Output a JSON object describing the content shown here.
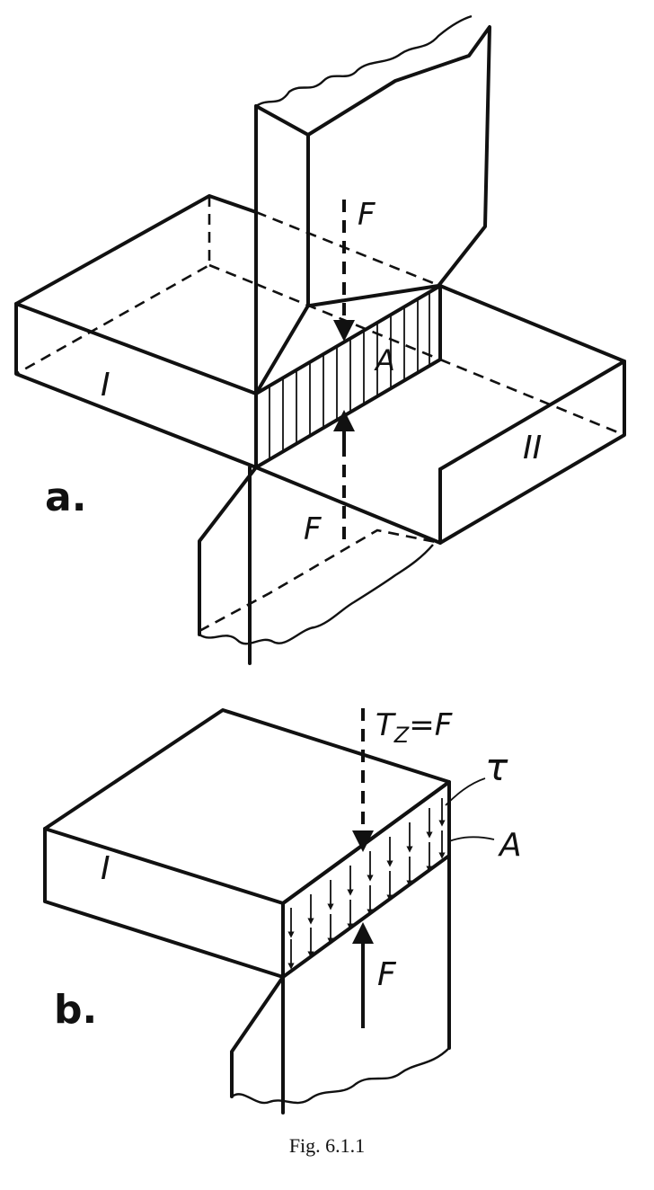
{
  "diagram_a": {
    "panel_label": "a.",
    "force_top": "F",
    "force_bottom": "F",
    "area_label": "A",
    "plate_1_label": "I",
    "plate_2_label": "II"
  },
  "diagram_b": {
    "panel_label": "b.",
    "shear_force": "T",
    "shear_force_subscript": "Z",
    "shear_force_rhs": "=F",
    "stress_label": "τ",
    "area_label": "A",
    "plate_label": "I",
    "force_bottom": "F"
  },
  "caption": "Fig. 6.1.1"
}
